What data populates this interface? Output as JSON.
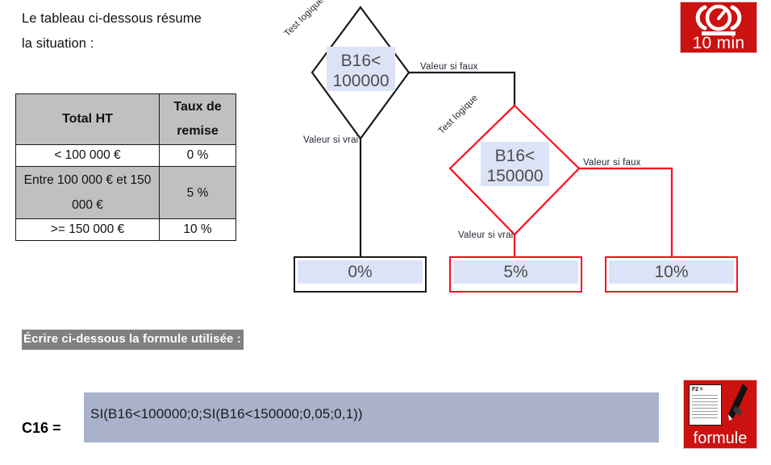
{
  "intro": {
    "line1": "Le tableau ci-dessous résume",
    "line2": "la situation :"
  },
  "table": {
    "headers": [
      "Total HT",
      "Taux de\nremise"
    ],
    "rows": [
      {
        "range": "< 100 000 €",
        "rate": "0 %"
      },
      {
        "range": "Entre 100 000 € et\n150 000 €",
        "rate": "5 %"
      },
      {
        "range": ">= 150 000 €",
        "rate": "10 %"
      }
    ]
  },
  "flowchart": {
    "decision1": {
      "text": "B16<\n100000",
      "color": "#1a1a1a"
    },
    "decision2": {
      "text": "B16<\n150000",
      "color": "#fc0d1b"
    },
    "labels": {
      "test_logique": "Test logique",
      "valeur_si_vrai": "Valeur si vrai",
      "valeur_si_faux": "Valeur si faux"
    },
    "outcomes": [
      {
        "value": "0%",
        "color": "#1a1a1a"
      },
      {
        "value": "5%",
        "color": "#fc0d1b"
      },
      {
        "value": "10%",
        "color": "#fc0d1b"
      }
    ]
  },
  "formula_section": {
    "heading": "Écrire ci-dessous la formule utilisée :",
    "cell_ref": "C16 =",
    "formula": "SI(B16<100000;0;SI(B16<150000;0,05;0,1))"
  },
  "badges": {
    "timer": {
      "label": "10 min",
      "icon": "stopwatch-icon",
      "color": "#cc1111"
    },
    "formula": {
      "label": "formule",
      "doc_text": "F2 =",
      "icon": "pen-icon",
      "color": "#cc1111"
    }
  }
}
